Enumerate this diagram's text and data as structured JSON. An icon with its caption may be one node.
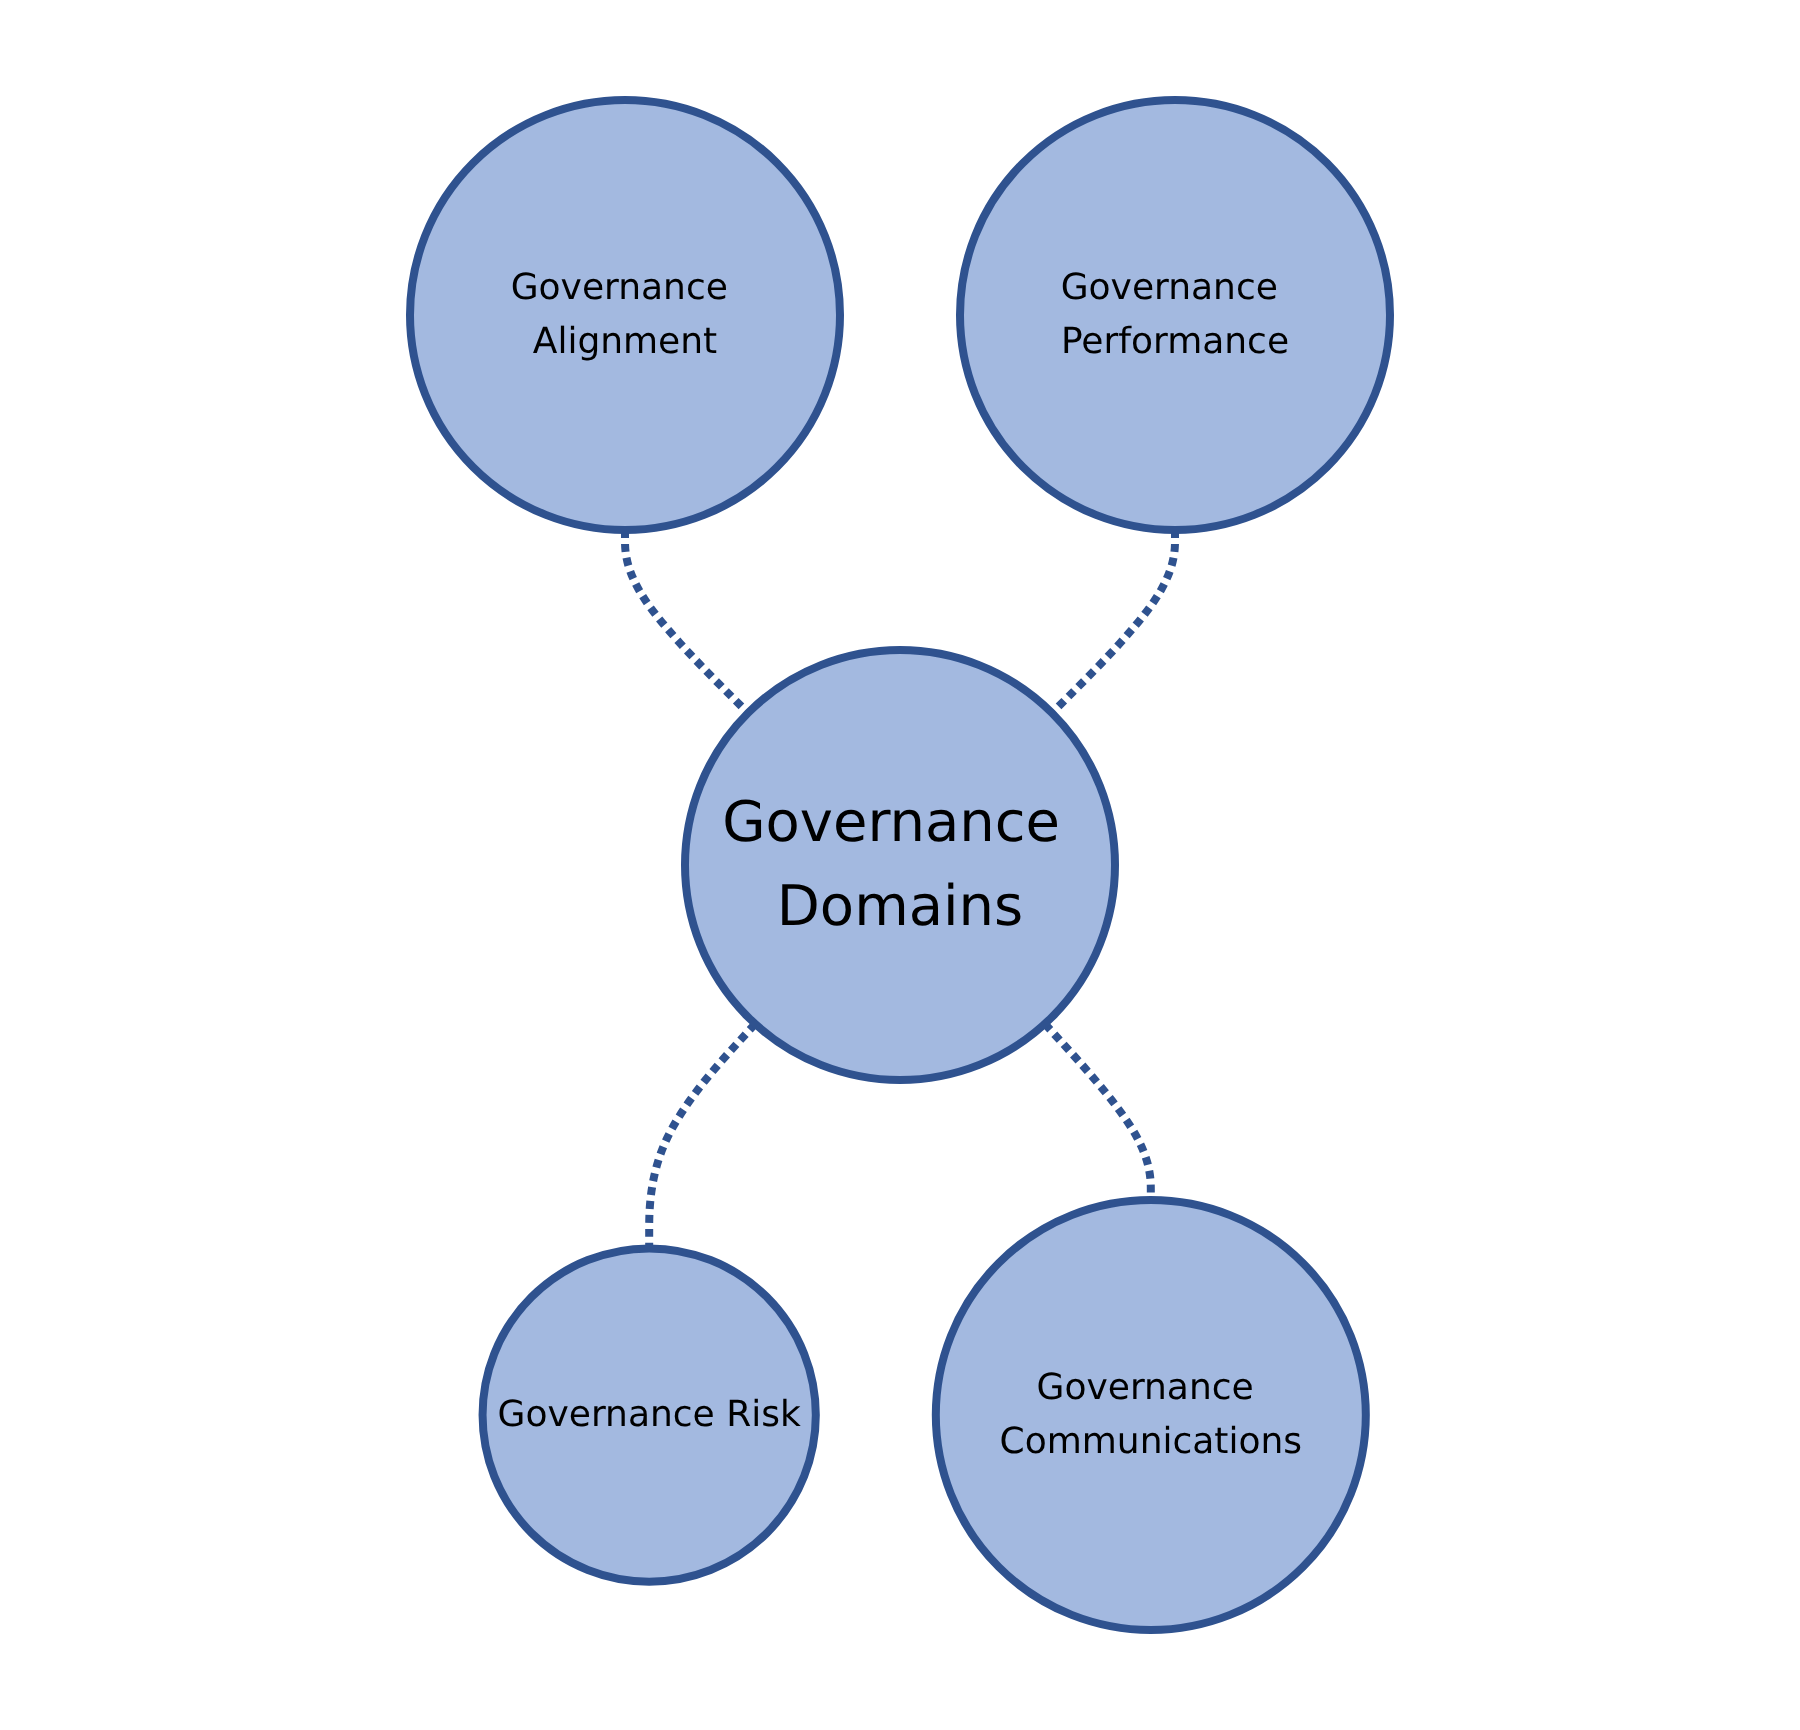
{
  "diagram": {
    "nodes": [
      {
        "text": [
          "Governance Alignment"
        ]
      },
      {
        "text": [
          "Governance Performance"
        ]
      },
      {
        "text": [
          "Governance Domains"
        ]
      },
      {
        "text": [
          "Governance Risk"
        ]
      },
      {
        "text": [
          "Governance Communications"
        ]
      }
    ],
    "edges": [
      {
        "from": 0,
        "to": 2,
        "arrow": "none",
        "style": "dashed"
      },
      {
        "from": 1,
        "to": 2,
        "arrow": "none",
        "style": "dashed"
      },
      {
        "from": 2,
        "to": 3,
        "arrow": "none",
        "style": "dashed"
      },
      {
        "from": 2,
        "to": 4,
        "arrow": "none",
        "style": "dashed"
      }
    ]
  }
}
